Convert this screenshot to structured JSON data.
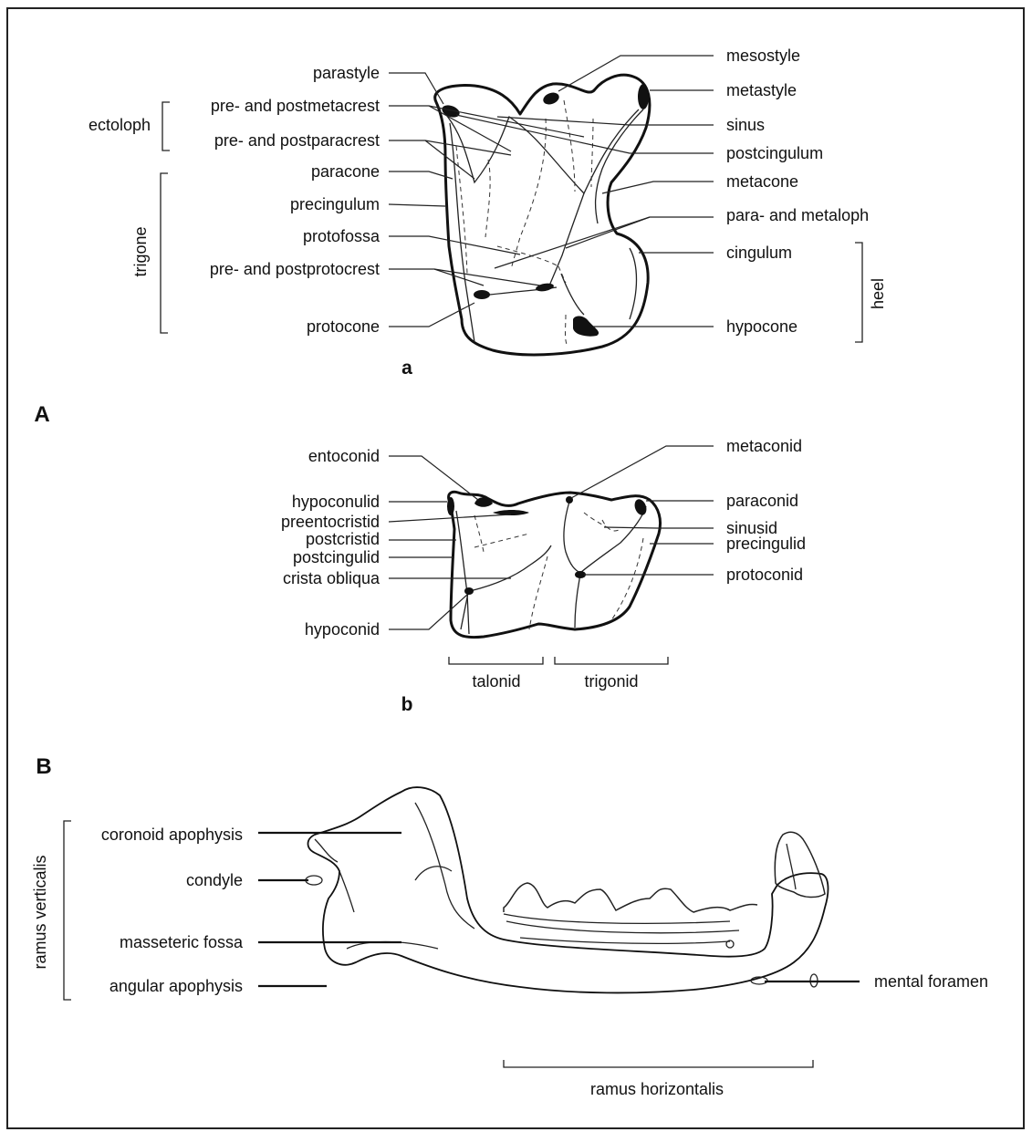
{
  "panel_A": {
    "letter": "A",
    "upper": {
      "sublabel": "a",
      "left_labels": {
        "parastyle": "parastyle",
        "premetacrest": "pre- and postmetacrest",
        "preparacrest": "pre- and postparacrest",
        "paracone": "paracone",
        "precingulum": "precingulum",
        "protofossa": "protofossa",
        "preprotocrest": "pre- and postprotocrest",
        "protocone": "protocone"
      },
      "right_labels": {
        "mesostyle": "mesostyle",
        "metastyle": "metastyle",
        "sinus": "sinus",
        "postcingulum": "postcingulum",
        "metacone": "metacone",
        "metaloph": "para- and metaloph",
        "cingulum": "cingulum",
        "hypocone": "hypocone"
      },
      "groups": {
        "ectoloph": "ectoloph",
        "trigone": "trigone",
        "heel": "heel"
      }
    },
    "lower": {
      "sublabel": "b",
      "left_labels": {
        "entoconid": "entoconid",
        "hypoconulid": "hypoconulid",
        "preentocristid": "preentocristid",
        "postcristid": "postcristid",
        "postcingulid": "postcingulid",
        "crista_obliqua": "crista obliqua",
        "hypoconid": "hypoconid"
      },
      "right_labels": {
        "metaconid": "metaconid",
        "paraconid": "paraconid",
        "sinusid": "sinusid",
        "precingulid": "precingulid",
        "protoconid": "protoconid"
      },
      "groups": {
        "talonid": "talonid",
        "trigonid": "trigonid"
      }
    }
  },
  "panel_B": {
    "letter": "B",
    "labels": {
      "coronoid": "coronoid apophysis",
      "condyle": "condyle",
      "masseteric": "masseteric fossa",
      "angular": "angular apophysis",
      "mental": "mental foramen"
    },
    "groups": {
      "ramus_verticalis": "ramus verticalis",
      "ramus_horizontalis": "ramus horizontalis"
    }
  }
}
